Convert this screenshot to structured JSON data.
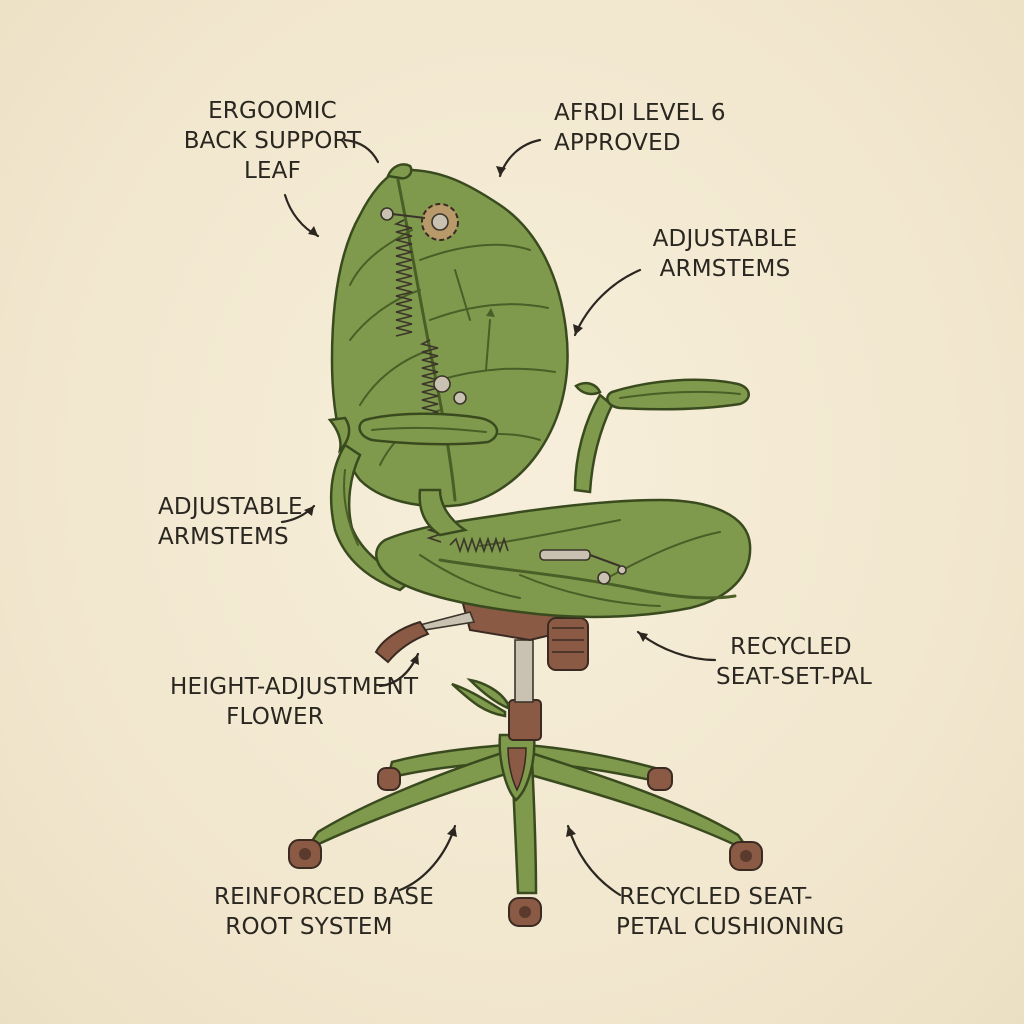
{
  "labels": {
    "back_support": [
      "ERGOOMIC",
      "BACK SUPPORT",
      "LEAF"
    ],
    "afrdi": [
      "AFRDI LEVEL 6",
      "APPROVED"
    ],
    "armstems_right": [
      "ADJUSTABLE",
      "ARMSTEMS"
    ],
    "armstems_left": [
      "ADJUSTABLE",
      "ARMSTEMS"
    ],
    "recycled_seat_pal": [
      "RECYCLED",
      "SEAT-SET-PAL"
    ],
    "height_flower": [
      "HEIGHT-ADJUSTMENT",
      "FLOWER"
    ],
    "base_root": [
      "REINFORCED BASE",
      "ROOT SYSTEM"
    ],
    "seat_petal": [
      "RECYCLED SEAT-",
      "PETAL CUSHIONING"
    ]
  },
  "colors": {
    "background": "#f3ead4",
    "leaf_green": "#7f9a4c",
    "outline": "#3a4a1f",
    "ink": "#2b2620",
    "wood_brown": "#8a5a45"
  }
}
